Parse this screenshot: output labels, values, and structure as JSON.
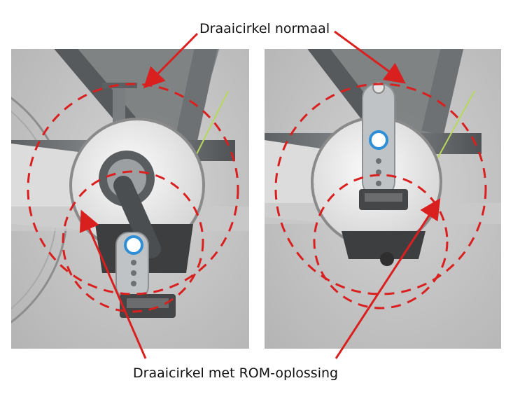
{
  "labels": {
    "top": "Draaicirkel normaal",
    "bottom": "Draaicirkel met ROM-oplossing"
  },
  "colors": {
    "annotation": "#d9201f",
    "background": "#ffffff",
    "frame": "#6f7375",
    "chainguard": "#dcdcdc",
    "blue_ring": "#2f8fd6"
  },
  "panels": [
    {
      "name": "standard-crank-photo"
    },
    {
      "name": "rom-crank-photo"
    }
  ]
}
